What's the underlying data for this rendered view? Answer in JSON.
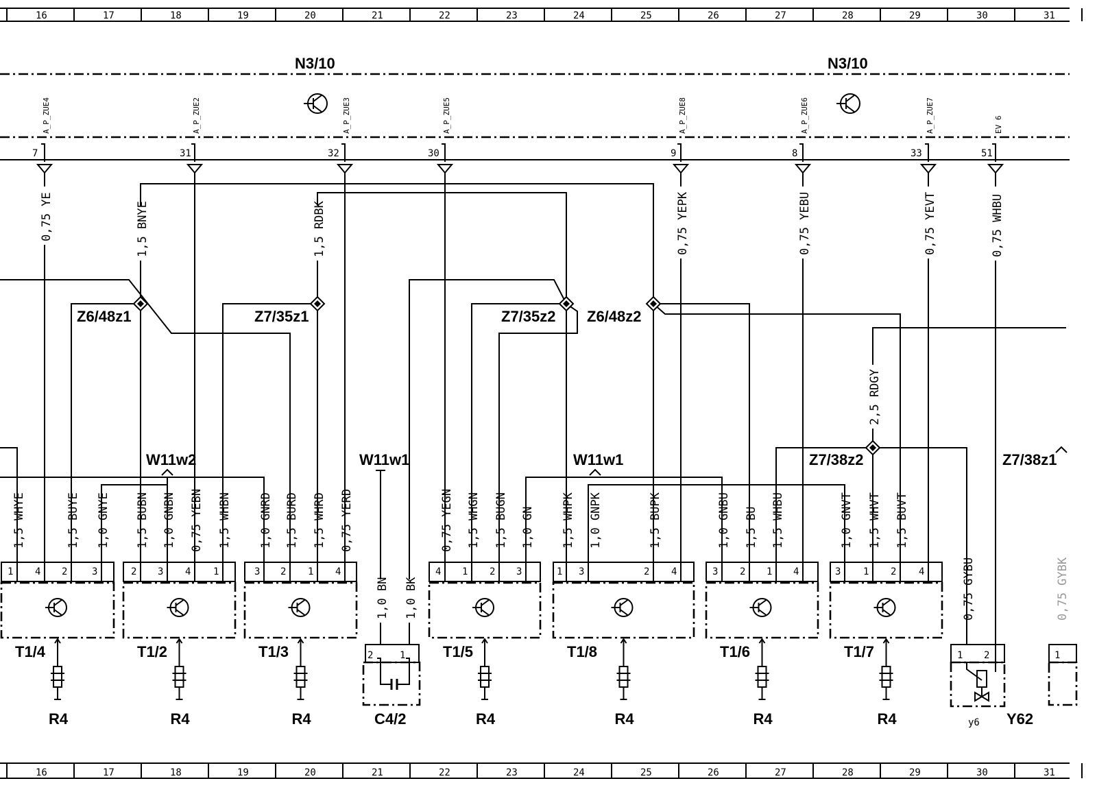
{
  "ruler": {
    "columns": [
      "16",
      "17",
      "18",
      "19",
      "20",
      "21",
      "22",
      "23",
      "24",
      "25",
      "26",
      "27",
      "28",
      "29",
      "30",
      "31"
    ]
  },
  "header": {
    "left_unit": "N3/10",
    "right_unit": "N3/10"
  },
  "top_pins": [
    {
      "pin": "7",
      "signal": "A_P_ZUE4",
      "wire": "0,75 YE"
    },
    {
      "pin": "31",
      "signal": "A_P_ZUE2",
      "wire": ""
    },
    {
      "pin": "32",
      "signal": "A_P_ZUE3",
      "wire": ""
    },
    {
      "pin": "30",
      "signal": "A_P_ZUE5",
      "wire": ""
    },
    {
      "pin": "9",
      "signal": "A_P_ZUE8",
      "wire": "0,75 YEPK"
    },
    {
      "pin": "8",
      "signal": "A_P_ZUE6",
      "wire": "0,75 YEBU"
    },
    {
      "pin": "33",
      "signal": "A_P_ZUE7",
      "wire": "0,75 YEVT"
    },
    {
      "pin": "51",
      "signal": "EV 6",
      "wire": "0,75 WHBU"
    }
  ],
  "riser_wires": {
    "bnye": "1,5 BNYE",
    "rdbk": "1,5 RDBK",
    "rdgy": "2,5 RDGY"
  },
  "splices": [
    "Z6/48z1",
    "Z7/35z1",
    "Z7/35z2",
    "Z6/48z2",
    "Z7/38z2",
    "Z7/38z1"
  ],
  "harnesses": [
    "W11w2",
    "W11w1",
    "W11w1"
  ],
  "coils": [
    {
      "label": "T1/4",
      "pins": [
        "1",
        "4",
        "2",
        "3"
      ],
      "wires": [
        "1,5 WHYE",
        "1,5 BUYE",
        "1,0 GNYE"
      ],
      "resistor": "R4"
    },
    {
      "label": "T1/2",
      "pins": [
        "2",
        "3",
        "4",
        "1"
      ],
      "wires": [
        "1,5 BUBN",
        "1,0 GNBN",
        "0,75 YEBN",
        "1,5 WHBN"
      ],
      "resistor": "R4"
    },
    {
      "label": "T1/3",
      "pins": [
        "3",
        "2",
        "1",
        "4"
      ],
      "wires": [
        "1,0 GNRD",
        "1,5 BURD",
        "1,5 WHRD",
        "0,75 YERD"
      ],
      "resistor": "R4"
    },
    {
      "label": "T1/5",
      "pins": [
        "4",
        "1",
        "2",
        "3"
      ],
      "wires": [
        "0,75 YEGN",
        "1,5 WHGN",
        "1,5 BUGN",
        "1,0 GN"
      ],
      "resistor": "R4"
    },
    {
      "label": "T1/8",
      "pins": [
        "1",
        "3",
        "2",
        "4"
      ],
      "wires": [
        "1,5 WHPK",
        "1,0 GNPK",
        "1,5 BUPK"
      ],
      "resistor": "R4"
    },
    {
      "label": "T1/6",
      "pins": [
        "3",
        "2",
        "1",
        "4"
      ],
      "wires": [
        "1,0 GNBU",
        "1,5 BU",
        "1,5 WHBU"
      ],
      "resistor": "R4"
    },
    {
      "label": "T1/7",
      "pins": [
        "3",
        "1",
        "2",
        "4"
      ],
      "wires": [
        "1,0 GNVT",
        "1,5 WHVT",
        "1,5 BUVT"
      ],
      "resistor": "R4"
    }
  ],
  "capacitor": {
    "label": "C4/2",
    "pins": [
      "2",
      "1"
    ],
    "wires": [
      "1,0 BN",
      "1,0 BK"
    ]
  },
  "valve": {
    "label": "Y62",
    "sub": "y6",
    "pins": [
      "1",
      "2"
    ],
    "wire": "0,75 GYBU"
  },
  "edge_partial": {
    "pin": "1",
    "wire": "0,75 GYBK"
  }
}
